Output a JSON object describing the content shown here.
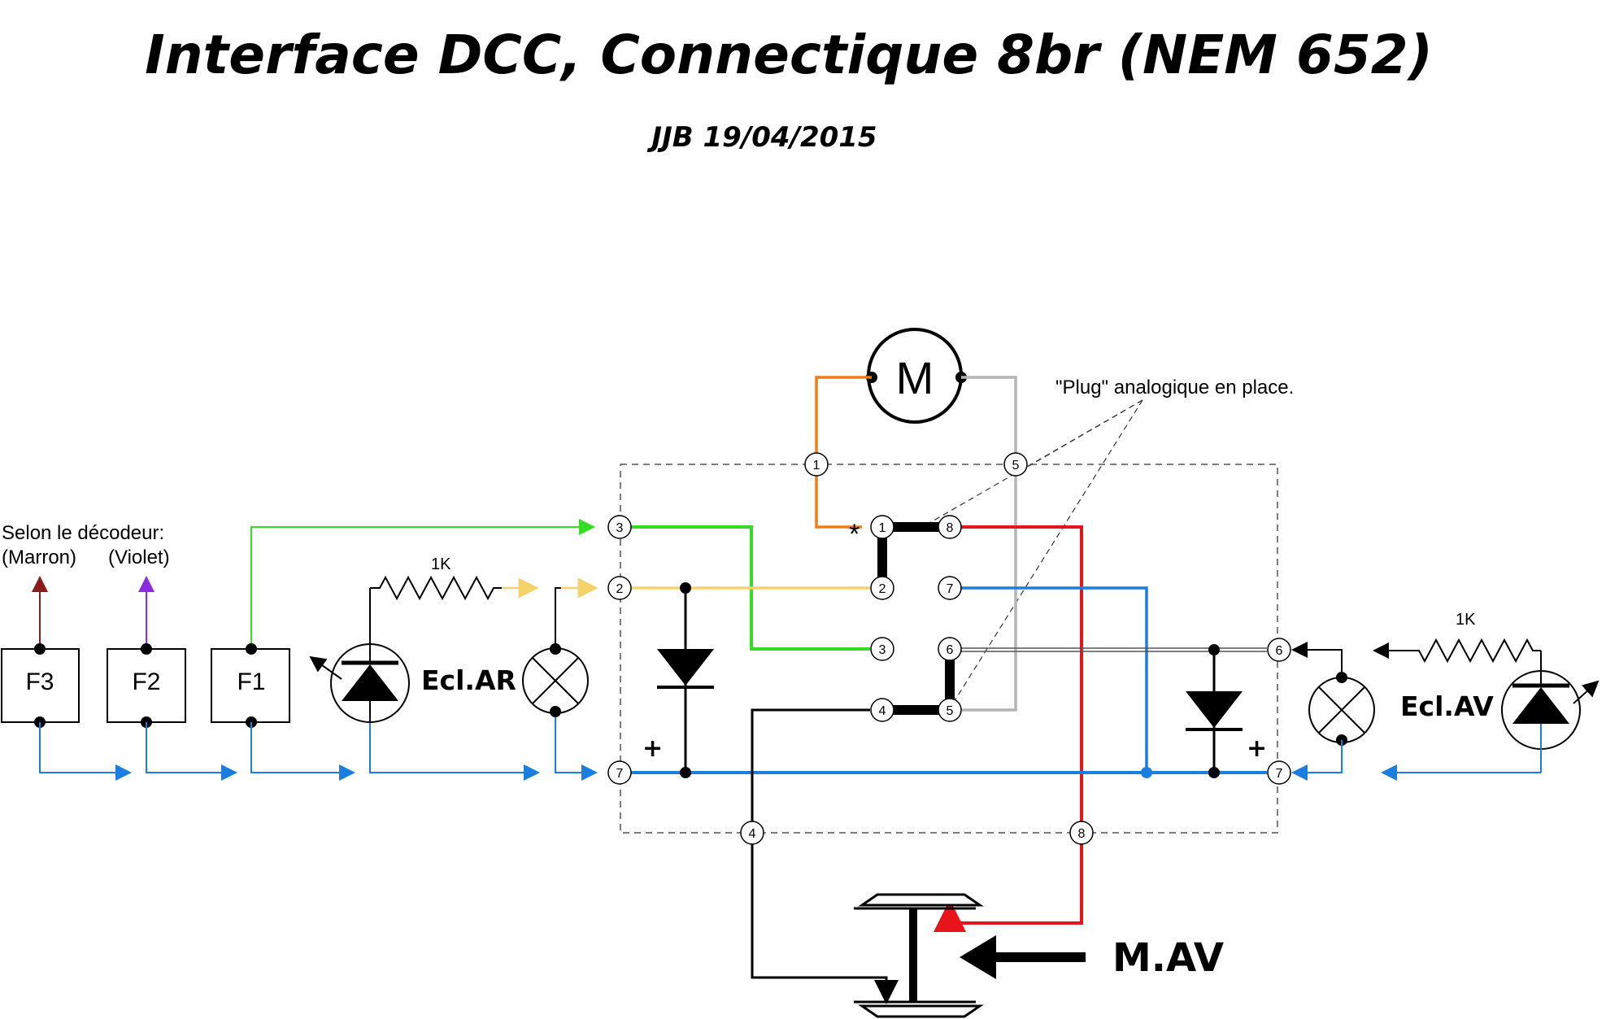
{
  "title": "Interface DCC, Connectique 8br (NEM 652)",
  "subtitle": "JJB  19/04/2015",
  "selon_label": "Selon le décodeur:",
  "marron_label": "(Marron)",
  "violet_label": "(Violet)",
  "functions": [
    "F3",
    "F2",
    "F1"
  ],
  "resistor_label": "1K",
  "ecl_ar": "Ecl.AR",
  "ecl_av": "Ecl.AV",
  "motor": "M",
  "plug_note": "\"Plug\" analogique en place.",
  "mav": "M.AV",
  "plus": "+",
  "star": "*",
  "pins": {
    "left": [
      "3",
      "2",
      "7"
    ],
    "center_left": [
      "1",
      "2",
      "3",
      "4"
    ],
    "center_right": [
      "8",
      "7",
      "6",
      "5"
    ],
    "right": [
      "6",
      "7"
    ],
    "top": [
      "1",
      "5"
    ],
    "bottom": [
      "4",
      "8"
    ]
  },
  "colors": {
    "green": "#33dd22",
    "yellow": "#f5d36b",
    "blue": "#1a7de0",
    "red": "#e8141a",
    "orange": "#ef7d16",
    "grey": "#b4b4b4",
    "black": "#000000",
    "marron": "#8b1a1a",
    "violet": "#8a2be2"
  }
}
